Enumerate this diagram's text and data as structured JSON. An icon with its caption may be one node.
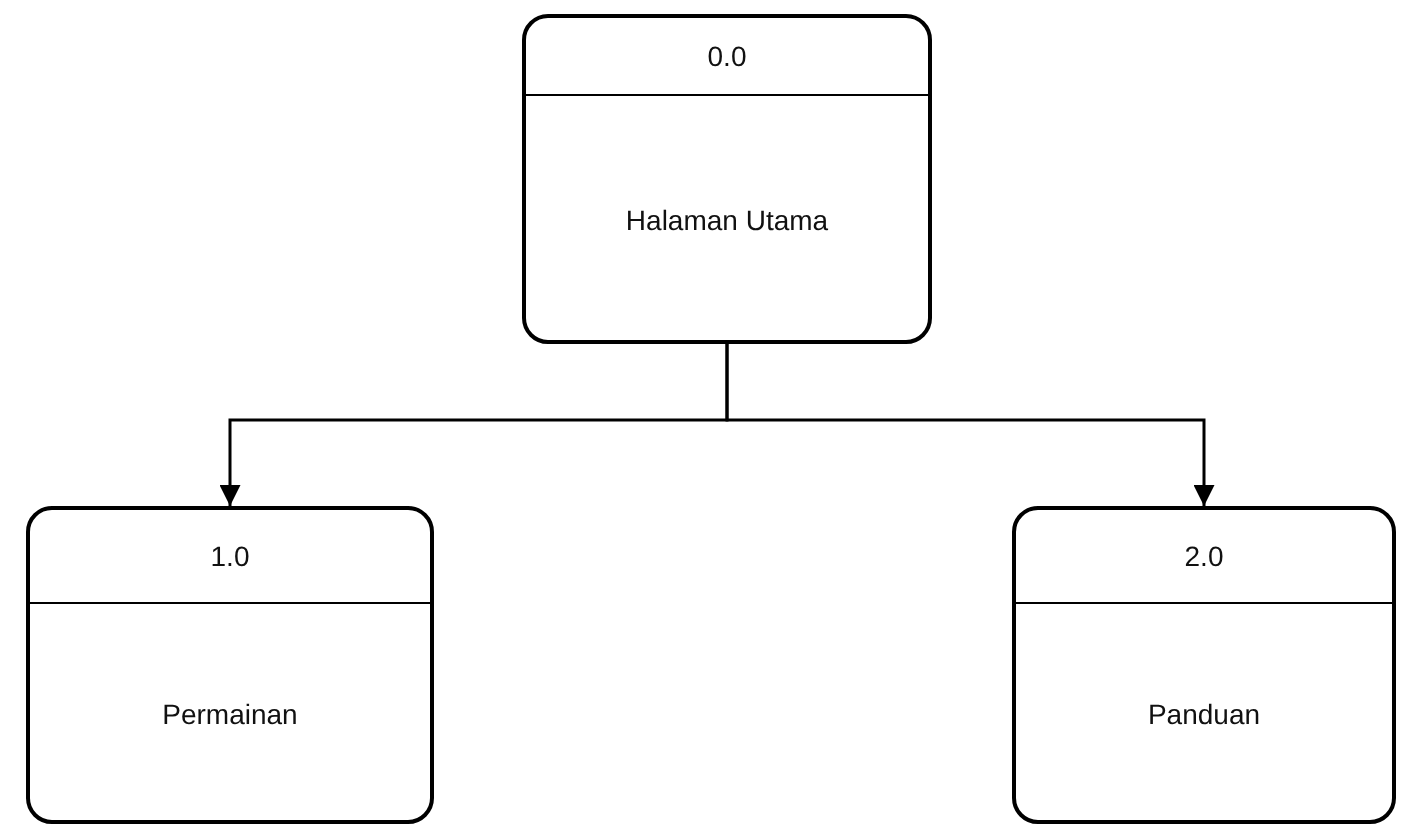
{
  "diagram": {
    "nodes": [
      {
        "text": [
          "0.0",
          "Halaman Utama"
        ]
      },
      {
        "text": [
          "1.0",
          "Permainan"
        ]
      },
      {
        "text": [
          "2.0",
          "Panduan"
        ]
      }
    ],
    "edges": [
      {
        "from": 0,
        "to": 1,
        "arrow": "to"
      },
      {
        "from": 0,
        "to": 2,
        "arrow": "to"
      }
    ]
  }
}
